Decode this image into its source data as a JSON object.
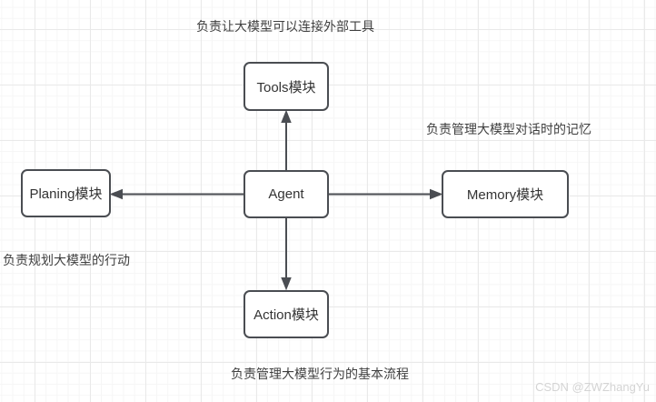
{
  "diagram": {
    "stroke_color": "#4a4d52",
    "nodes": [
      {
        "id": "tools",
        "label": "Tools模块"
      },
      {
        "id": "planing",
        "label": "Planing模块"
      },
      {
        "id": "agent",
        "label": "Agent"
      },
      {
        "id": "memory",
        "label": "Memory模块"
      },
      {
        "id": "action",
        "label": "Action模块"
      }
    ],
    "edges": [
      {
        "from": "agent",
        "to": "tools",
        "direction": "up"
      },
      {
        "from": "agent",
        "to": "planing",
        "direction": "left"
      },
      {
        "from": "agent",
        "to": "memory",
        "direction": "right"
      },
      {
        "from": "agent",
        "to": "action",
        "direction": "down"
      }
    ],
    "annotations": {
      "top": "负责让大模型可以连接外部工具",
      "right": "负责管理大模型对话时的记忆",
      "left": "负责规划大模型的行动",
      "bottom": "负责管理大模型行为的基本流程"
    }
  },
  "watermark": "CSDN @ZWZhangYu"
}
